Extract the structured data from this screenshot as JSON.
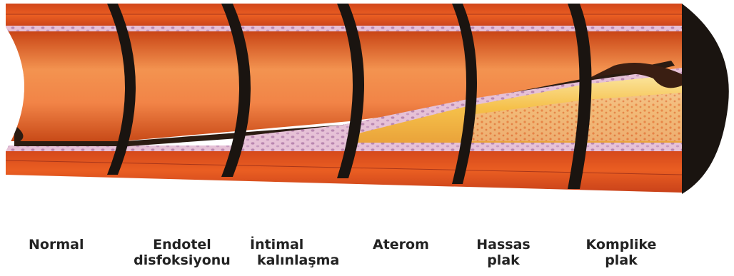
{
  "stages": [
    {
      "id": "normal",
      "lines": [
        "Normal"
      ]
    },
    {
      "id": "endotel",
      "lines": [
        "Endotel",
        "disfoksiyonu"
      ]
    },
    {
      "id": "intimal",
      "lines": [
        "İntimal",
        "kalınlaşma"
      ]
    },
    {
      "id": "aterom",
      "lines": [
        "Aterom"
      ]
    },
    {
      "id": "hassas",
      "lines": [
        "Hassas",
        "plak"
      ]
    },
    {
      "id": "komplike",
      "lines": [
        "Komplike",
        "plak"
      ]
    }
  ],
  "colors": {
    "vessel_wall": "#e85a1e",
    "vessel_wall_dark": "#b83a10",
    "lumen_inner": "#f07a35",
    "intima_lining": "#e9c4d8",
    "plaque_core": "#f5c34a",
    "plaque_cap": "#f7dc8a",
    "segment_gap": "#1a1410",
    "shadow": "#2b1c12"
  }
}
